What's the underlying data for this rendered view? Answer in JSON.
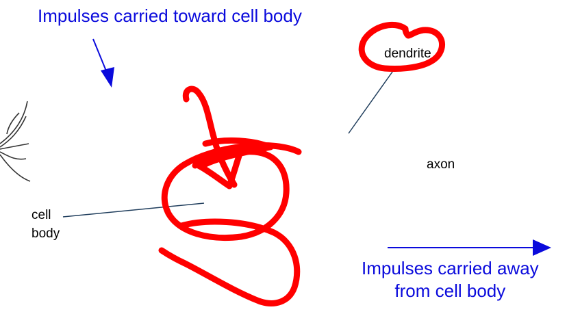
{
  "captions": {
    "toward": "Impulses carried toward cell body",
    "away_line1": "Impulses carried away",
    "away_line2": "from cell body"
  },
  "labels": {
    "dendrite": "dendrite",
    "axon": "axon",
    "cell_body_line1": "cell",
    "cell_body_line2": "body"
  },
  "colors": {
    "caption_text": "#0a0adc",
    "arrow": "#0a0adc",
    "ink_annotation": "#ff0000",
    "leader_line": "#1f3d5c",
    "label_text": "#000000"
  }
}
